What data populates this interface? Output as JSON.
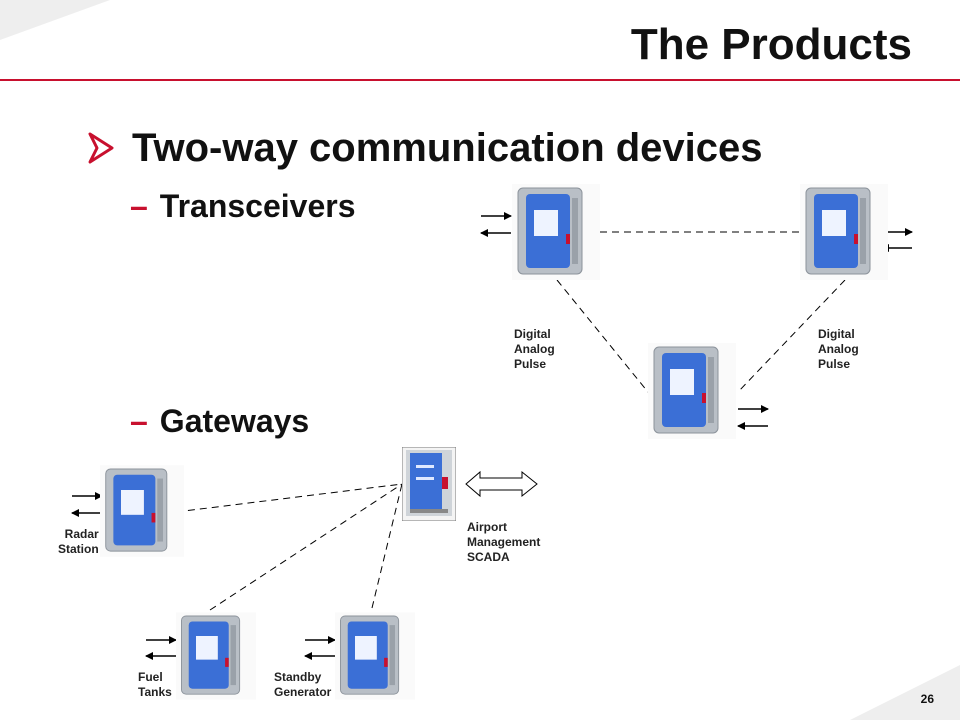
{
  "slide": {
    "title": "The Products",
    "heading": "Two-way communication devices",
    "dash": "–",
    "subpoints": [
      "Transceivers",
      "Gateways"
    ],
    "page_number": "26"
  },
  "labels": {
    "digital_left": "Digital\nAnalog\nPulse",
    "digital_right": "Digital\nAnalog\nPulse",
    "radar": "Radar\nStation",
    "airport": "Airport\nManagement\nSCADA",
    "fuel": "Fuel\nTanks",
    "standby": "Standby\nGenerator"
  },
  "colors": {
    "accent": "#c8102e",
    "device_blue": "#3b6fd6",
    "device_gray": "#b9bfc6"
  },
  "icons": [
    "transceiver-device-icon",
    "gateway-device-icon",
    "double-arrow-icon",
    "bullet-arrow-icon"
  ]
}
